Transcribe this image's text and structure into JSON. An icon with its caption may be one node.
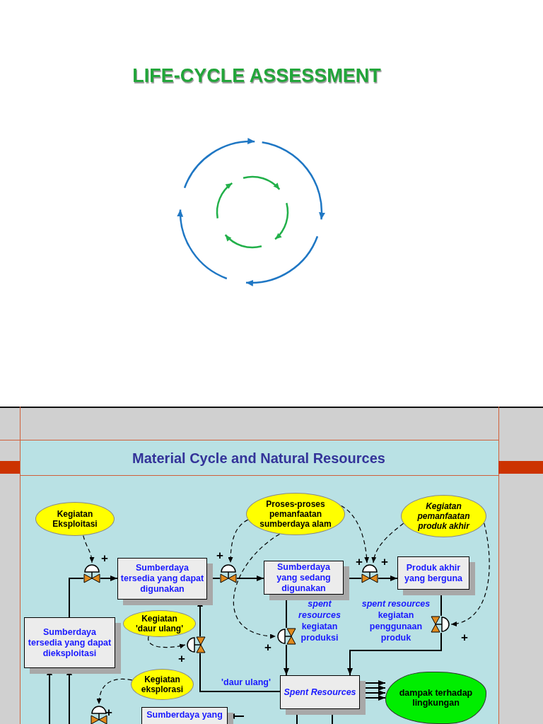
{
  "diagram": {
    "title": "LIFE-CYCLE ASSESSMENT",
    "nodes": [
      {
        "text": [
          "Kegiatan Eksploitasi"
        ]
      },
      {
        "text": [
          "Proses-proses pemanfaatan sumberdaya alam"
        ]
      },
      {
        "text": [
          "Kegiatan pemanfaatan produk akhir"
        ]
      },
      {
        "text": [
          "Sumberdaya tersedia yang dapat digunakan"
        ]
      },
      {
        "text": [
          "Sumberdaya yang sedang digunakan"
        ]
      },
      {
        "text": [
          "Produk akhir yang berguna"
        ]
      },
      {
        "text": [
          "Kegiatan 'daur ulang'"
        ]
      },
      {
        "text": [
          "Sumberdaya tersedia yang dapat dieksploitasi"
        ]
      },
      {
        "text": [
          "Kegiatan eksplorasi"
        ]
      },
      {
        "text": [
          "Spent Resources"
        ]
      },
      {
        "text": [
          "dampak terhadap lingkungan"
        ]
      },
      {
        "text": [
          "Sumberdaya yang"
        ]
      },
      {
        "text": [],
        "shape": "valve"
      },
      {
        "text": [],
        "shape": "valve"
      },
      {
        "text": [],
        "shape": "valve"
      },
      {
        "text": [],
        "shape": "valve"
      },
      {
        "text": [],
        "shape": "valve"
      },
      {
        "text": [],
        "shape": "valve"
      },
      {
        "text": [],
        "shape": "valve"
      }
    ],
    "edges": [
      {
        "from": 7,
        "to": 12,
        "arrow": "none"
      },
      {
        "from": 12,
        "to": 3,
        "arrow": "to"
      },
      {
        "from": 0,
        "to": 12,
        "arrow": "to",
        "style": "dashed"
      },
      {
        "from": 3,
        "to": 13,
        "arrow": "none"
      },
      {
        "from": 13,
        "to": 4,
        "arrow": "to"
      },
      {
        "from": 1,
        "to": 13,
        "arrow": "to",
        "style": "dashed"
      },
      {
        "from": 4,
        "to": 14,
        "arrow": "none"
      },
      {
        "from": 14,
        "to": 5,
        "arrow": "to"
      },
      {
        "from": 1,
        "to": 14,
        "arrow": "to",
        "style": "dashed"
      },
      {
        "from": 2,
        "to": 14,
        "arrow": "to",
        "style": "dashed"
      },
      {
        "from": 4,
        "to": 15,
        "arrow": "none"
      },
      {
        "from": 15,
        "to": 9,
        "arrow": "to"
      },
      {
        "from": 1,
        "to": 15,
        "arrow": "to",
        "style": "dashed"
      },
      {
        "from": 5,
        "to": 16,
        "arrow": "none"
      },
      {
        "from": 16,
        "to": 9,
        "arrow": "to"
      },
      {
        "from": 2,
        "to": 16,
        "arrow": "to",
        "style": "dashed"
      },
      {
        "from": 9,
        "to": 17,
        "arrow": "none",
        "label": "'daur ulang'"
      },
      {
        "from": 17,
        "to": 3,
        "arrow": "to"
      },
      {
        "from": 6,
        "to": 17,
        "arrow": "to",
        "style": "dashed"
      },
      {
        "from": 8,
        "to": 18,
        "arrow": "to",
        "style": "dashed"
      },
      {
        "from": 9,
        "to": 10,
        "arrow": "to"
      },
      {
        "from": 9,
        "to": 10,
        "arrow": "to"
      },
      {
        "from": 9,
        "to": 10,
        "arrow": "to"
      },
      {
        "from": 9,
        "to": 10,
        "arrow": "to"
      },
      {
        "from": null,
        "to": 7,
        "arrow": "to"
      },
      {
        "from": null,
        "to": 7,
        "arrow": "to"
      },
      {
        "from": 9,
        "to": null,
        "arrow": "none"
      },
      {
        "from": 9,
        "to": null,
        "arrow": "none"
      },
      {
        "from": null,
        "to": 11,
        "arrow": "to"
      }
    ],
    "labels": [
      "Material Cycle and Natural Resources",
      "+",
      "+",
      "+",
      "+",
      "*spent resources* kegiatan produksi",
      "*spent resources* kegiatan penggunaan produk",
      "+",
      "+",
      "+",
      "+"
    ]
  }
}
